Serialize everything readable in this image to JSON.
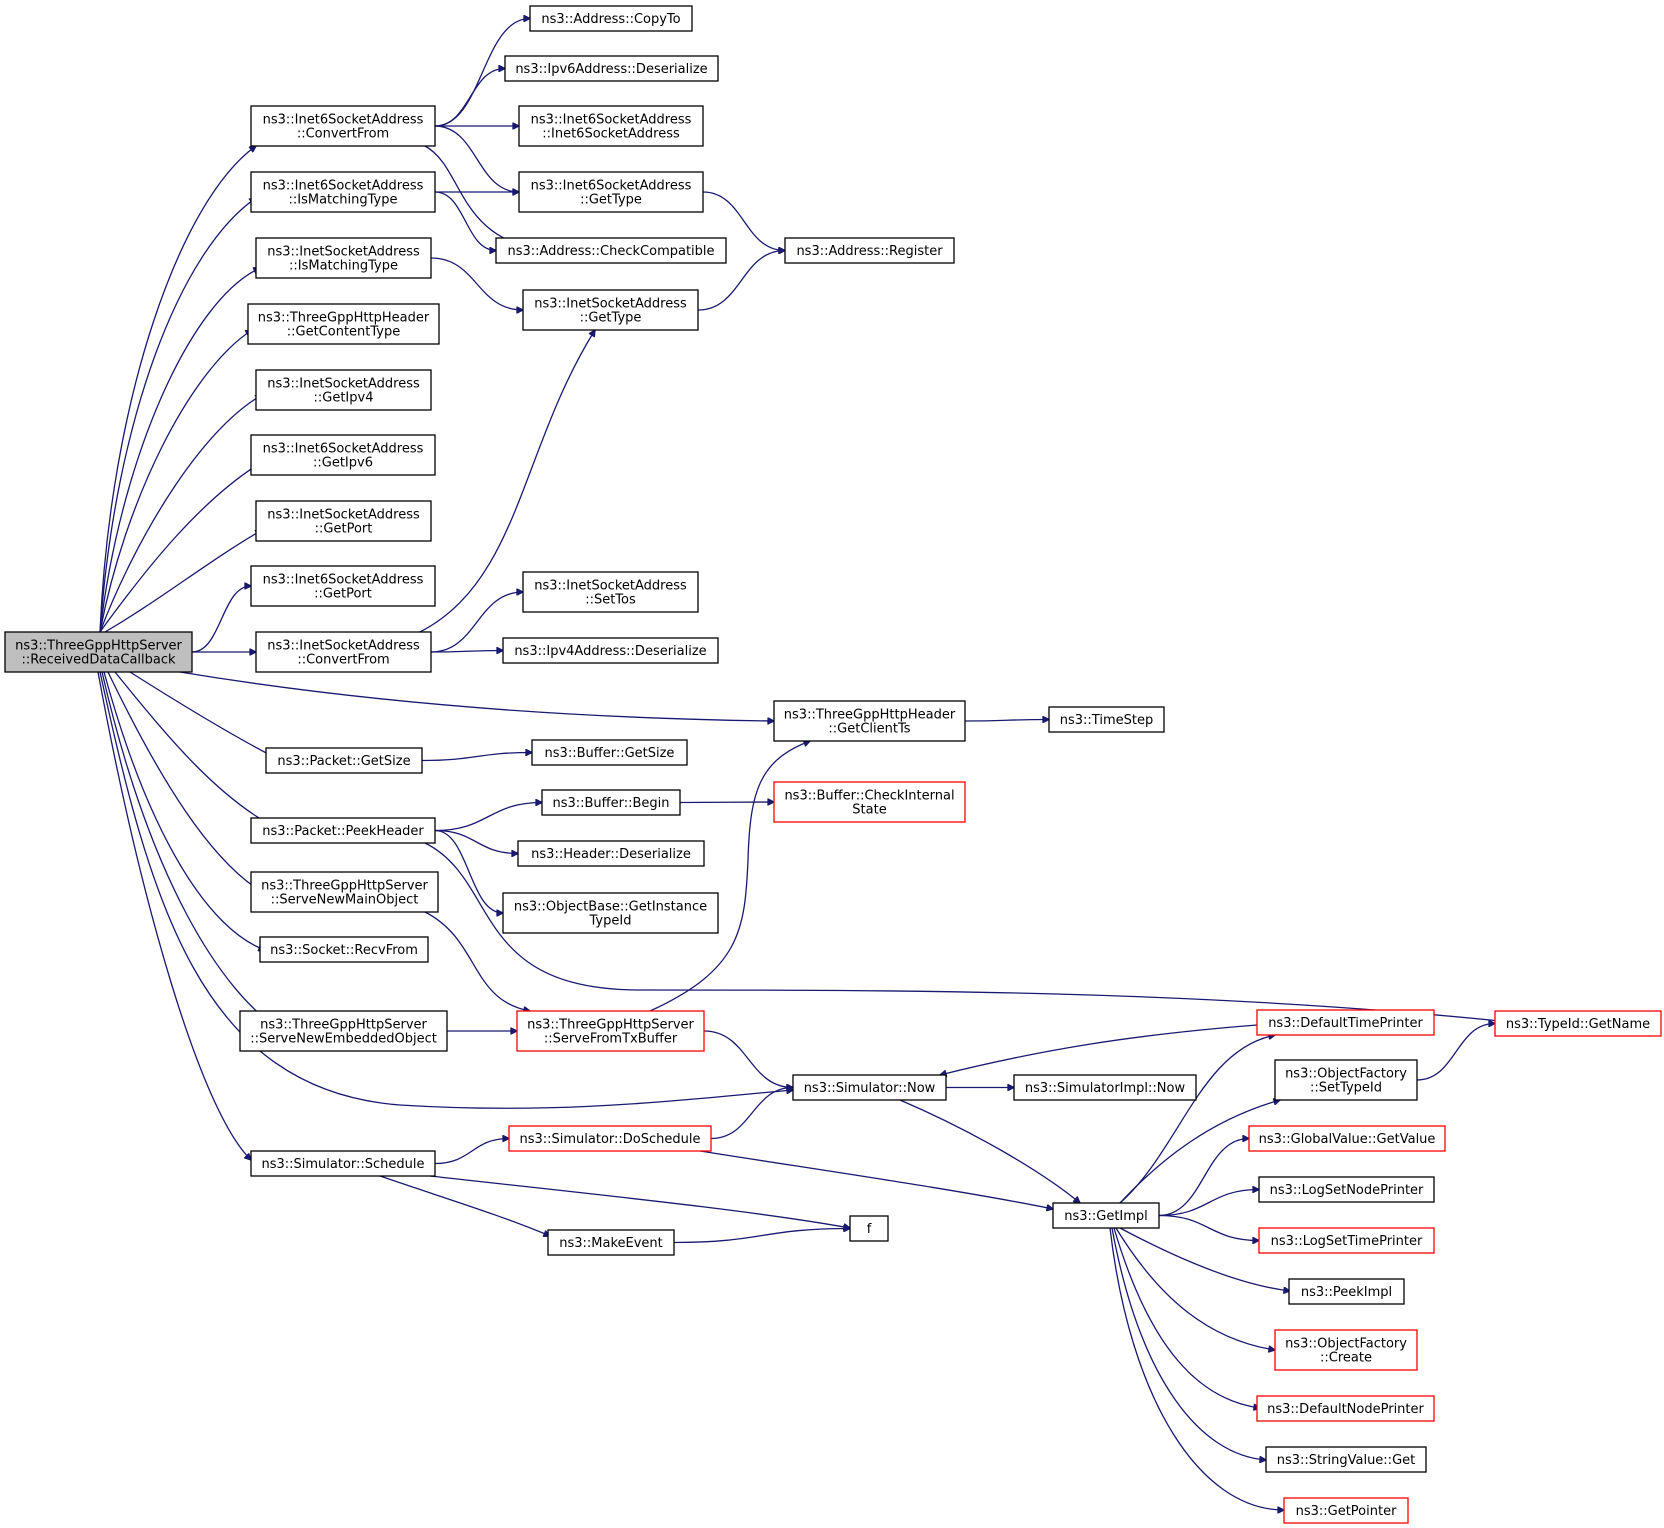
{
  "colors": {
    "edge": "#191970",
    "node_border": "#000000",
    "truncated_border": "#ff0000",
    "root_fill": "#bfbfbf",
    "node_fill": "#ffffff"
  },
  "nodes": {
    "root": {
      "lines": [
        "ns3::ThreeGppHttpServer",
        "::ReceivedDataCallback"
      ],
      "style": "root"
    },
    "inet6_convertfrom": {
      "lines": [
        "ns3::Inet6SocketAddress",
        "::ConvertFrom"
      ],
      "style": "normal"
    },
    "inet6_ismatching": {
      "lines": [
        "ns3::Inet6SocketAddress",
        "::IsMatchingType"
      ],
      "style": "normal"
    },
    "inet_ismatching": {
      "lines": [
        "ns3::InetSocketAddress",
        "::IsMatchingType"
      ],
      "style": "normal"
    },
    "http_getcontenttype": {
      "lines": [
        "ns3::ThreeGppHttpHeader",
        "::GetContentType"
      ],
      "style": "normal"
    },
    "inet_getipv4": {
      "lines": [
        "ns3::InetSocketAddress",
        "::GetIpv4"
      ],
      "style": "normal"
    },
    "inet6_getipv6": {
      "lines": [
        "ns3::Inet6SocketAddress",
        "::GetIpv6"
      ],
      "style": "normal"
    },
    "inet_getport": {
      "lines": [
        "ns3::InetSocketAddress",
        "::GetPort"
      ],
      "style": "normal"
    },
    "inet6_getport": {
      "lines": [
        "ns3::Inet6SocketAddress",
        "::GetPort"
      ],
      "style": "normal"
    },
    "inet_convertfrom": {
      "lines": [
        "ns3::InetSocketAddress",
        "::ConvertFrom"
      ],
      "style": "normal"
    },
    "packet_getsize": {
      "lines": [
        "ns3::Packet::GetSize"
      ],
      "style": "normal"
    },
    "packet_peekheader": {
      "lines": [
        "ns3::Packet::PeekHeader"
      ],
      "style": "normal"
    },
    "serve_newmain": {
      "lines": [
        "ns3::ThreeGppHttpServer",
        "::ServeNewMainObject"
      ],
      "style": "normal"
    },
    "socket_recvfrom": {
      "lines": [
        "ns3::Socket::RecvFrom"
      ],
      "style": "normal"
    },
    "serve_newembedded": {
      "lines": [
        "ns3::ThreeGppHttpServer",
        "::ServeNewEmbeddedObject"
      ],
      "style": "normal"
    },
    "sim_schedule": {
      "lines": [
        "ns3::Simulator::Schedule"
      ],
      "style": "normal"
    },
    "addr_copyto": {
      "lines": [
        "ns3::Address::CopyTo"
      ],
      "style": "normal"
    },
    "ipv6_deserialize": {
      "lines": [
        "ns3::Ipv6Address::Deserialize"
      ],
      "style": "normal"
    },
    "inet6_ctor": {
      "lines": [
        "ns3::Inet6SocketAddress",
        "::Inet6SocketAddress"
      ],
      "style": "normal"
    },
    "inet6_gettype": {
      "lines": [
        "ns3::Inet6SocketAddress",
        "::GetType"
      ],
      "style": "normal"
    },
    "addr_checkcompat": {
      "lines": [
        "ns3::Address::CheckCompatible"
      ],
      "style": "normal"
    },
    "inet_gettype": {
      "lines": [
        "ns3::InetSocketAddress",
        "::GetType"
      ],
      "style": "normal"
    },
    "inet_settos": {
      "lines": [
        "ns3::InetSocketAddress",
        "::SetTos"
      ],
      "style": "normal"
    },
    "ipv4_deserialize": {
      "lines": [
        "ns3::Ipv4Address::Deserialize"
      ],
      "style": "normal"
    },
    "buffer_getsize": {
      "lines": [
        "ns3::Buffer::GetSize"
      ],
      "style": "normal"
    },
    "buffer_begin": {
      "lines": [
        "ns3::Buffer::Begin"
      ],
      "style": "normal"
    },
    "header_deserialize": {
      "lines": [
        "ns3::Header::Deserialize"
      ],
      "style": "normal"
    },
    "objbase_getinstance": {
      "lines": [
        "ns3::ObjectBase::GetInstance",
        "TypeId"
      ],
      "style": "normal"
    },
    "serve_fromtx": {
      "lines": [
        "ns3::ThreeGppHttpServer",
        "::ServeFromTxBuffer"
      ],
      "style": "truncated"
    },
    "sim_doschedule": {
      "lines": [
        "ns3::Simulator::DoSchedule"
      ],
      "style": "truncated"
    },
    "make_event": {
      "lines": [
        "ns3::MakeEvent"
      ],
      "style": "normal"
    },
    "addr_register": {
      "lines": [
        "ns3::Address::Register"
      ],
      "style": "normal"
    },
    "http_getclientts": {
      "lines": [
        "ns3::ThreeGppHttpHeader",
        "::GetClientTs"
      ],
      "style": "normal"
    },
    "buffer_checkinternal": {
      "lines": [
        "ns3::Buffer::CheckInternal",
        "State"
      ],
      "style": "truncated"
    },
    "sim_now": {
      "lines": [
        "ns3::Simulator::Now"
      ],
      "style": "normal"
    },
    "f": {
      "lines": [
        "f"
      ],
      "style": "normal"
    },
    "timestep": {
      "lines": [
        "ns3::TimeStep"
      ],
      "style": "normal"
    },
    "simimpl_now": {
      "lines": [
        "ns3::SimulatorImpl::Now"
      ],
      "style": "normal"
    },
    "getimpl": {
      "lines": [
        "ns3::GetImpl"
      ],
      "style": "normal"
    },
    "default_timeprinter": {
      "lines": [
        "ns3::DefaultTimePrinter"
      ],
      "style": "truncated"
    },
    "objfactory_settypeid": {
      "lines": [
        "ns3::ObjectFactory",
        "::SetTypeId"
      ],
      "style": "normal"
    },
    "globalvalue_getvalue": {
      "lines": [
        "ns3::GlobalValue::GetValue"
      ],
      "style": "truncated"
    },
    "log_setnodeprinter": {
      "lines": [
        "ns3::LogSetNodePrinter"
      ],
      "style": "normal"
    },
    "log_settimeprinter": {
      "lines": [
        "ns3::LogSetTimePrinter"
      ],
      "style": "truncated"
    },
    "peekimpl": {
      "lines": [
        "ns3::PeekImpl"
      ],
      "style": "normal"
    },
    "objfactory_create": {
      "lines": [
        "ns3::ObjectFactory",
        "::Create"
      ],
      "style": "truncated"
    },
    "default_nodeprinter": {
      "lines": [
        "ns3::DefaultNodePrinter"
      ],
      "style": "truncated"
    },
    "stringvalue_get": {
      "lines": [
        "ns3::StringValue::Get"
      ],
      "style": "normal"
    },
    "getpointer": {
      "lines": [
        "ns3::GetPointer"
      ],
      "style": "truncated"
    },
    "typeid_getname": {
      "lines": [
        "ns3::TypeId::GetName"
      ],
      "style": "truncated"
    }
  },
  "edges": [
    [
      "root",
      "inet6_convertfrom"
    ],
    [
      "root",
      "inet6_ismatching"
    ],
    [
      "root",
      "inet_ismatching"
    ],
    [
      "root",
      "http_getcontenttype"
    ],
    [
      "root",
      "inet_getipv4"
    ],
    [
      "root",
      "inet6_getipv6"
    ],
    [
      "root",
      "inet_getport"
    ],
    [
      "root",
      "inet6_getport"
    ],
    [
      "root",
      "inet_convertfrom"
    ],
    [
      "root",
      "http_getclientts"
    ],
    [
      "root",
      "packet_getsize"
    ],
    [
      "root",
      "packet_peekheader"
    ],
    [
      "root",
      "serve_newmain"
    ],
    [
      "root",
      "socket_recvfrom"
    ],
    [
      "root",
      "serve_newembedded"
    ],
    [
      "root",
      "sim_now"
    ],
    [
      "root",
      "sim_schedule"
    ],
    [
      "inet6_convertfrom",
      "addr_copyto"
    ],
    [
      "inet6_convertfrom",
      "ipv6_deserialize"
    ],
    [
      "inet6_convertfrom",
      "inet6_ctor"
    ],
    [
      "inet6_convertfrom",
      "inet6_gettype"
    ],
    [
      "inet6_convertfrom",
      "addr_checkcompat"
    ],
    [
      "inet6_ismatching",
      "inet6_gettype"
    ],
    [
      "inet6_ismatching",
      "addr_checkcompat"
    ],
    [
      "inet_ismatching",
      "inet_gettype"
    ],
    [
      "inet6_gettype",
      "addr_register"
    ],
    [
      "inet_gettype",
      "addr_register"
    ],
    [
      "inet_convertfrom",
      "inet_gettype"
    ],
    [
      "inet_convertfrom",
      "inet_settos"
    ],
    [
      "inet_convertfrom",
      "ipv4_deserialize"
    ],
    [
      "http_getclientts",
      "timestep"
    ],
    [
      "packet_getsize",
      "buffer_getsize"
    ],
    [
      "packet_peekheader",
      "buffer_begin"
    ],
    [
      "packet_peekheader",
      "header_deserialize"
    ],
    [
      "packet_peekheader",
      "objbase_getinstance"
    ],
    [
      "packet_peekheader",
      "typeid_getname"
    ],
    [
      "buffer_begin",
      "buffer_checkinternal"
    ],
    [
      "serve_newmain",
      "serve_fromtx"
    ],
    [
      "serve_newembedded",
      "serve_fromtx"
    ],
    [
      "serve_fromtx",
      "http_getclientts"
    ],
    [
      "serve_fromtx",
      "sim_now"
    ],
    [
      "sim_schedule",
      "sim_doschedule"
    ],
    [
      "sim_schedule",
      "make_event"
    ],
    [
      "sim_schedule",
      "f"
    ],
    [
      "make_event",
      "f"
    ],
    [
      "sim_doschedule",
      "sim_now"
    ],
    [
      "sim_doschedule",
      "getimpl"
    ],
    [
      "sim_now",
      "simimpl_now"
    ],
    [
      "sim_now",
      "getimpl"
    ],
    [
      "default_timeprinter",
      "sim_now"
    ],
    [
      "getimpl",
      "default_timeprinter"
    ],
    [
      "getimpl",
      "objfactory_settypeid"
    ],
    [
      "getimpl",
      "globalvalue_getvalue"
    ],
    [
      "getimpl",
      "log_setnodeprinter"
    ],
    [
      "getimpl",
      "log_settimeprinter"
    ],
    [
      "getimpl",
      "peekimpl"
    ],
    [
      "getimpl",
      "objfactory_create"
    ],
    [
      "getimpl",
      "default_nodeprinter"
    ],
    [
      "getimpl",
      "stringvalue_get"
    ],
    [
      "getimpl",
      "getpointer"
    ],
    [
      "objfactory_settypeid",
      "typeid_getname"
    ]
  ]
}
